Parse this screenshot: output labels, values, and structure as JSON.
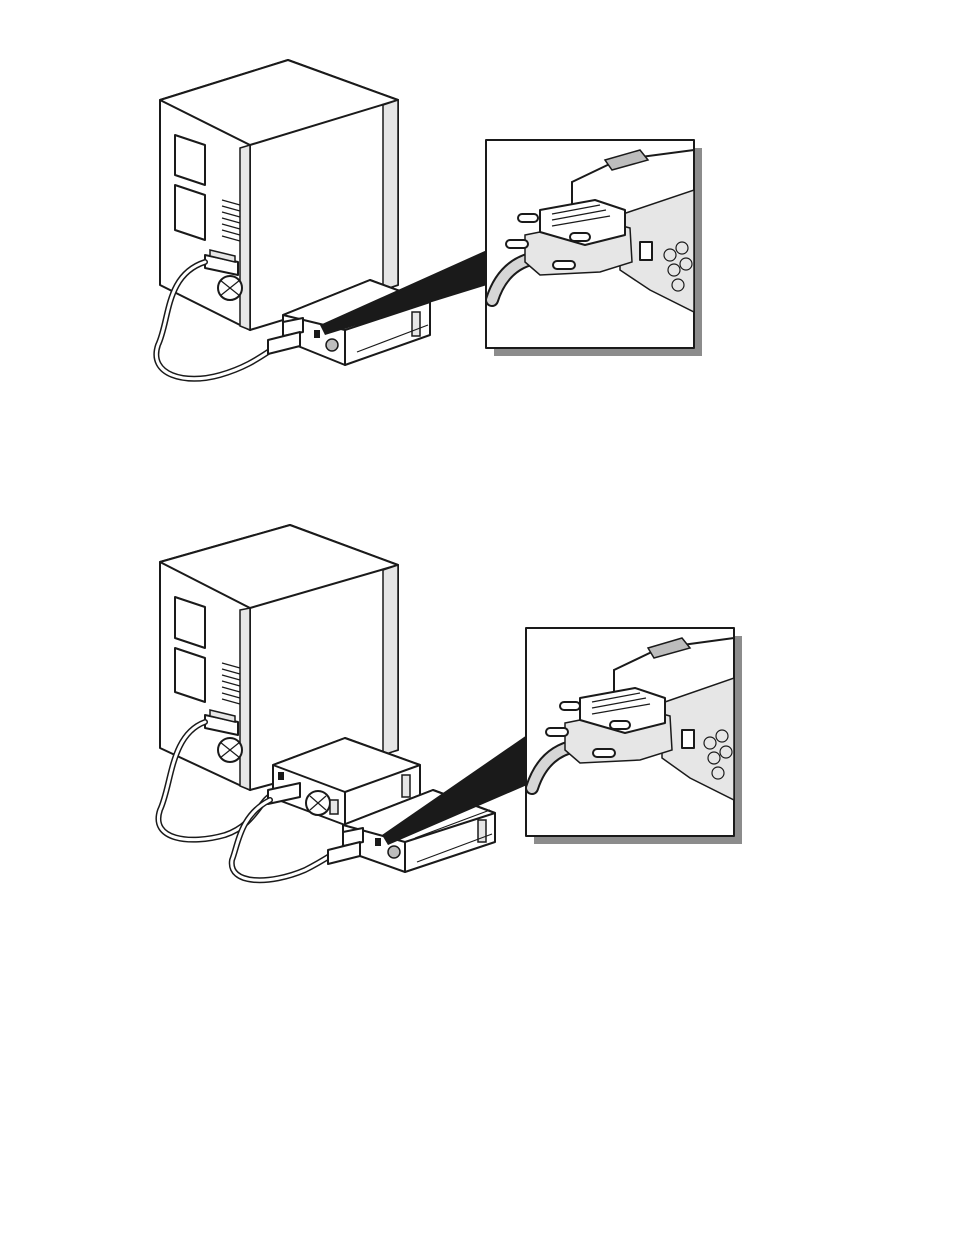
{
  "figures": [
    {
      "id": "single-drive-connection",
      "components": [
        "computer-tower",
        "scsi-cable",
        "external-drive",
        "connector-detail-inset"
      ]
    },
    {
      "id": "daisy-chain-connection",
      "components": [
        "computer-tower",
        "scsi-cable",
        "external-drive",
        "scsi-cable",
        "external-drive",
        "connector-detail-inset"
      ]
    }
  ],
  "colors": {
    "line": "#1a1a1a",
    "fill": "#ffffff",
    "shadow": "#8c8c8c",
    "grey": "#bdbdbd"
  }
}
